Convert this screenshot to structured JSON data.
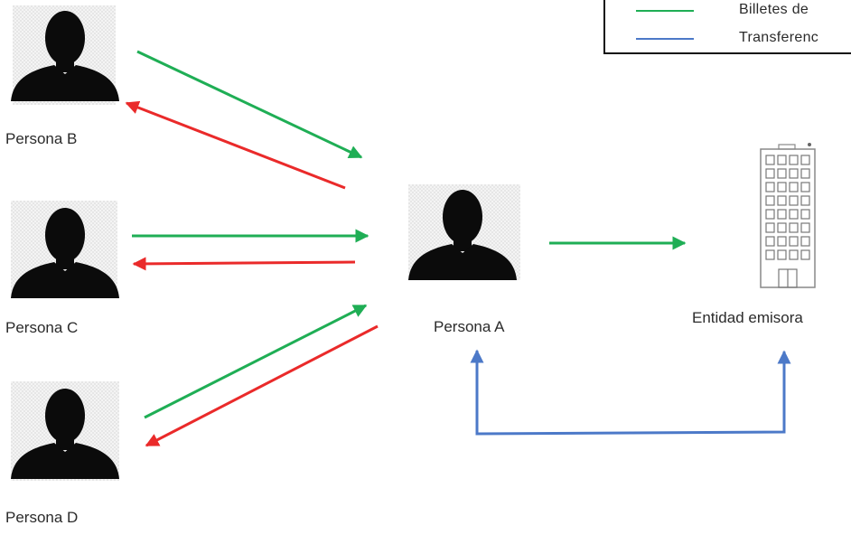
{
  "colors": {
    "green": "#1fae55",
    "red": "#ea2a2a",
    "blue": "#4c79c8",
    "silhouette": "#0b0b0b",
    "frame": "#e8e8e8"
  },
  "legend": {
    "items": [
      {
        "label": "Billetes de",
        "color": "#1fae55"
      },
      {
        "label": "Transferenc",
        "color": "#4c79c8"
      }
    ]
  },
  "nodes": {
    "persona_b": {
      "label": "Persona B",
      "icon": "person-silhouette-icon"
    },
    "persona_c": {
      "label": "Persona C",
      "icon": "person-silhouette-icon"
    },
    "persona_d": {
      "label": "Persona D",
      "icon": "person-silhouette-icon"
    },
    "persona_a": {
      "label": "Persona A",
      "icon": "person-silhouette-icon"
    },
    "entidad": {
      "label": "Entidad emisora",
      "icon": "office-building-icon"
    }
  },
  "edges": [
    {
      "from": "persona_b",
      "to": "persona_a",
      "type": "billetes",
      "color": "#1fae55"
    },
    {
      "from": "persona_a",
      "to": "persona_b",
      "type": "billetes",
      "color": "#ea2a2a"
    },
    {
      "from": "persona_c",
      "to": "persona_a",
      "type": "billetes",
      "color": "#1fae55"
    },
    {
      "from": "persona_a",
      "to": "persona_c",
      "type": "billetes",
      "color": "#ea2a2a"
    },
    {
      "from": "persona_d",
      "to": "persona_a",
      "type": "billetes",
      "color": "#1fae55"
    },
    {
      "from": "persona_a",
      "to": "persona_d",
      "type": "billetes",
      "color": "#ea2a2a"
    },
    {
      "from": "persona_a",
      "to": "entidad",
      "type": "billetes",
      "color": "#1fae55"
    },
    {
      "from": "entidad",
      "to": "persona_a",
      "type": "transferencia",
      "color": "#4c79c8"
    }
  ]
}
